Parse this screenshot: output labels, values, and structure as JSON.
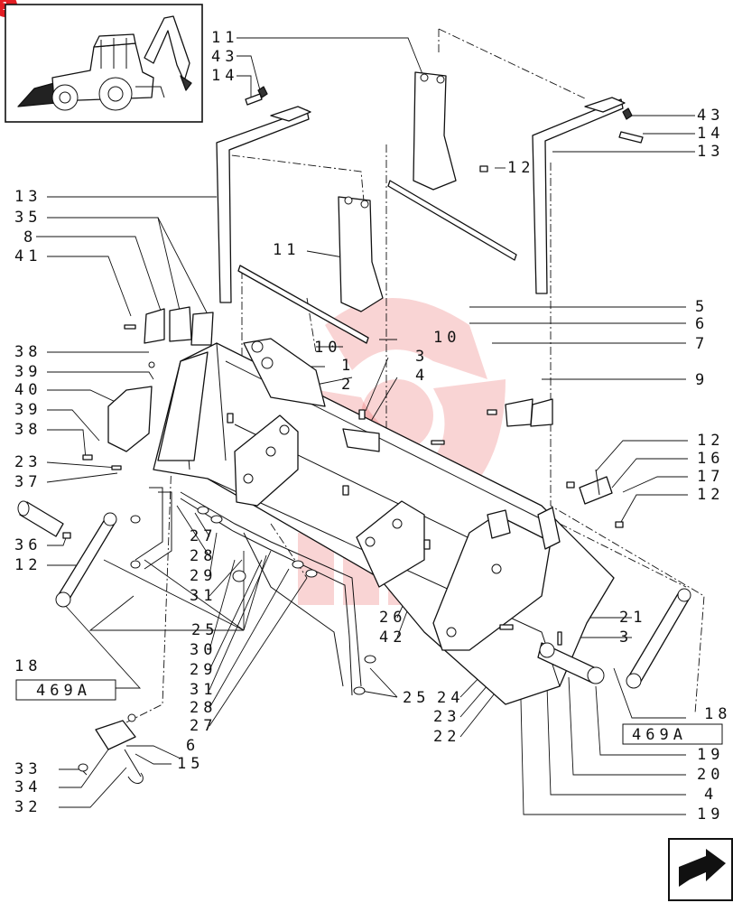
{
  "callouts": {
    "c1": "11",
    "c2": "43",
    "c3": "14",
    "c4": "43",
    "c5": "14",
    "c6": "13",
    "c7": "12",
    "c8": "13",
    "c9": "35",
    "c10": "8",
    "c11": "41",
    "c12": "11",
    "c13": "5",
    "c14": "6",
    "c15": "7",
    "c16": "9",
    "c17": "10",
    "c18": "10",
    "c19": "1",
    "c20": "2",
    "c21": "3",
    "c22": "4",
    "c23": "38",
    "c24": "39",
    "c25": "40",
    "c26": "39",
    "c27": "38",
    "c28": "23",
    "c29": "37",
    "c30": "12",
    "c31": "16",
    "c32": "17",
    "c33": "12",
    "c34": "36",
    "c35": "12",
    "c36": "27",
    "c37": "28",
    "c38": "29",
    "c39": "31",
    "c40": "25",
    "c41": "30",
    "c42": "29",
    "c43": "31",
    "c44": "28",
    "c45": "27",
    "c46": "26",
    "c47": "42",
    "c48": "21",
    "c49": "3",
    "c50": "18",
    "c51": "18",
    "c52": "25",
    "c53": "24",
    "c54": "23",
    "c55": "22",
    "c56": "19",
    "c57": "20",
    "c58": "4",
    "c59": "19",
    "c60": "6",
    "c61": "15",
    "c62": "33",
    "c63": "34",
    "c64": "32"
  },
  "references": {
    "ref_left": "469A",
    "ref_right": "469A"
  },
  "page_marker": "1",
  "colors": {
    "ink": "#111111",
    "marker": "#e31e24",
    "watermark": "#e23b3b"
  },
  "icons": {
    "thumbnail": "backhoe-loader-thumbnail-icon",
    "nav": "next-page-arrow-icon"
  }
}
